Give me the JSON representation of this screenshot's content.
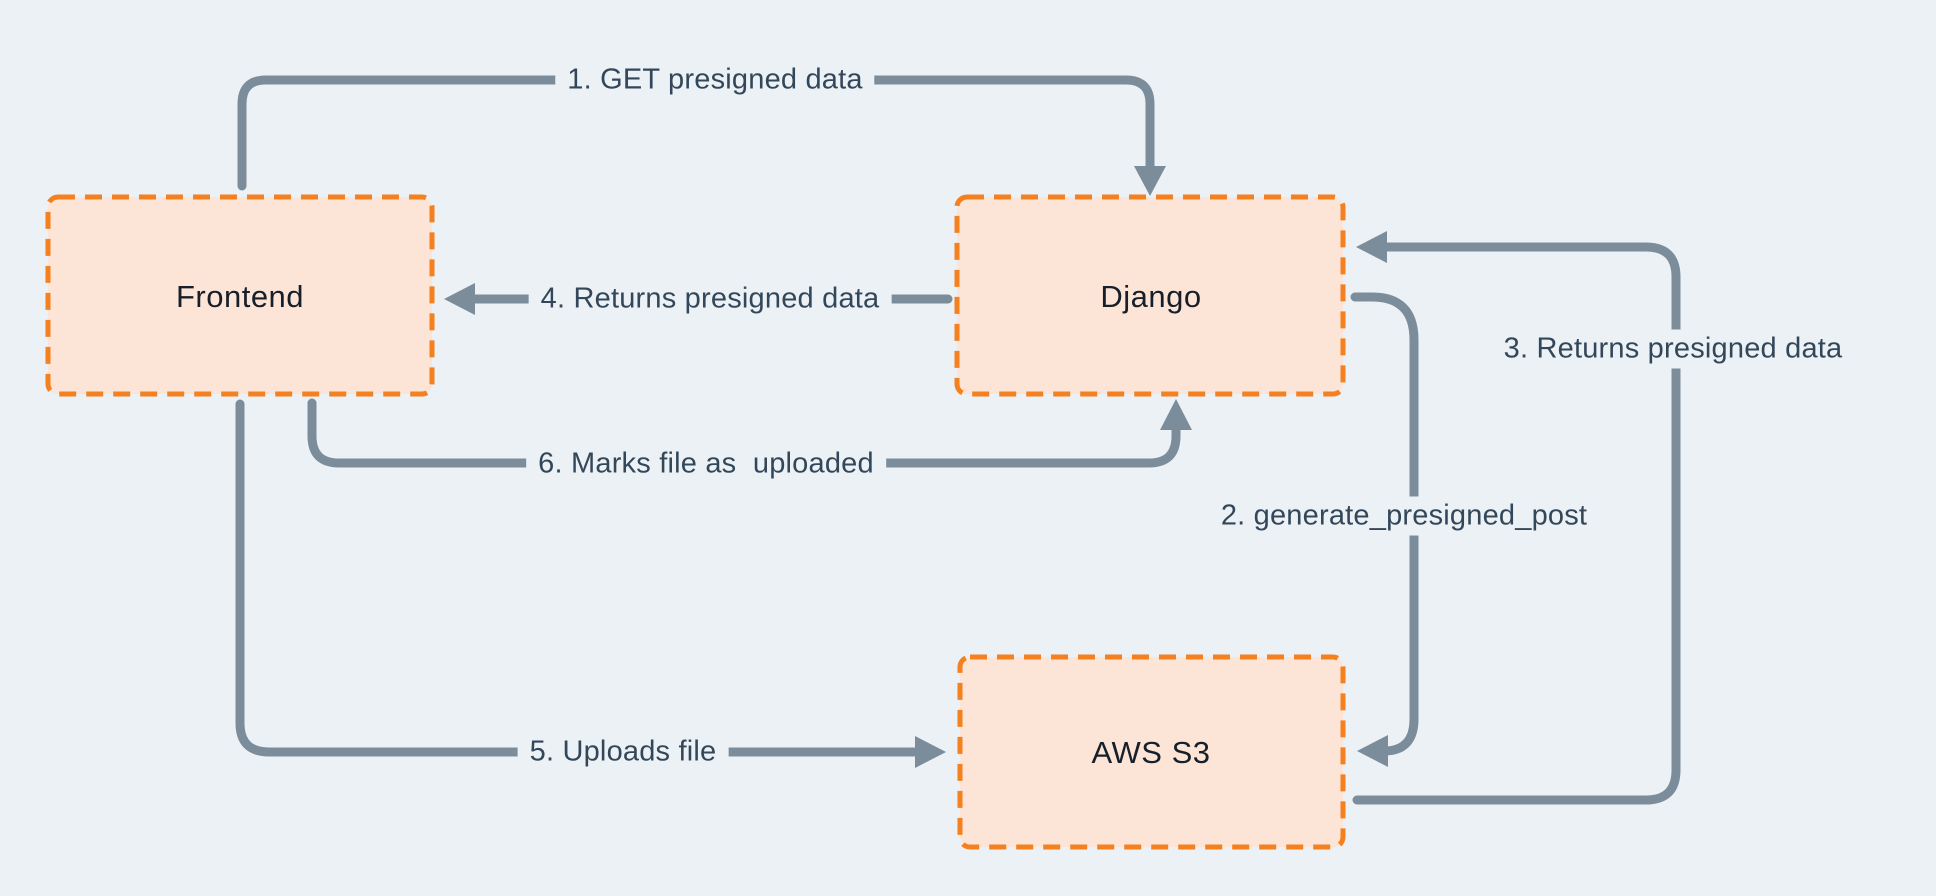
{
  "theme": {
    "bg": "#ECF1F5",
    "arrow": "#7B8D9B",
    "label-text": "#33475A",
    "node-text": "#161F2A",
    "node-fill": "#FCE5D6",
    "node-border": "#F5801F"
  },
  "nodes": [
    {
      "id": "frontend",
      "label": "Frontend"
    },
    {
      "id": "django",
      "label": "Django"
    },
    {
      "id": "aws-s3",
      "label": "AWS S3"
    }
  ],
  "flows": [
    {
      "step": "1",
      "label": "1. GET presigned data",
      "from": "Frontend",
      "to": "Django"
    },
    {
      "step": "2",
      "label": "2. generate_presigned_post",
      "from": "Django",
      "to": "AWS S3"
    },
    {
      "step": "3",
      "label": "3. Returns presigned data",
      "from": "AWS S3",
      "to": "Django"
    },
    {
      "step": "4",
      "label": "4. Returns presigned data",
      "from": "Django",
      "to": "Frontend"
    },
    {
      "step": "5",
      "label": "5. Uploads file",
      "from": "Frontend",
      "to": "AWS S3"
    },
    {
      "step": "6",
      "label": "6. Marks file as  uploaded",
      "from": "Frontend",
      "to": "Django"
    }
  ]
}
